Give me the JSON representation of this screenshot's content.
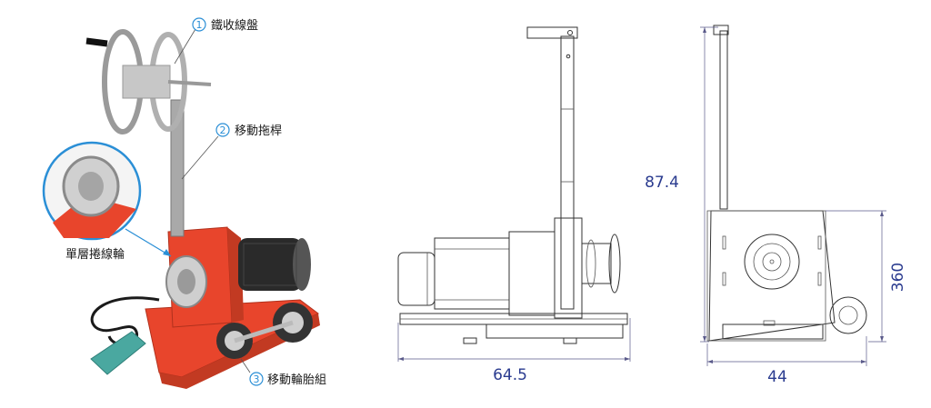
{
  "callouts": [
    {
      "num": "1",
      "label": "鐵收線盤"
    },
    {
      "num": "2",
      "label": "移動拖桿"
    },
    {
      "num": "3",
      "label": "移動輪胎組"
    }
  ],
  "inset_label": "單層捲線輪",
  "dimensions": {
    "height_total": "87.4",
    "length": "64.5",
    "width": "44",
    "height_base": "360"
  },
  "colors": {
    "accent": "#2b8fd6",
    "machine_red": "#e8452c",
    "dimension_text": "#2a3b8f"
  }
}
